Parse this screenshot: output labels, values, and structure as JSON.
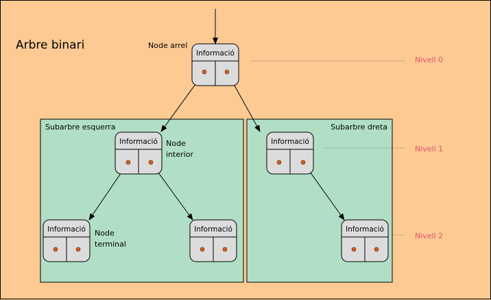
{
  "title": "Arbre binari",
  "subtrees": {
    "left": "Subarbre esquerra",
    "right": "Subarbre dreta"
  },
  "labels": {
    "root": "Node arrel",
    "interior_1": "Node",
    "interior_2": "interior",
    "terminal_1": "Node",
    "terminal_2": "terminal"
  },
  "levels": [
    "Nivell 0",
    "Nivell 1",
    "Nivell 2"
  ],
  "node_text": "Informació",
  "colors": {
    "background": "#fdca94",
    "subtree": "#b0dfc6",
    "node": "#dcdcdc",
    "pointer": "#d2601c",
    "level_text": "#e0506a"
  },
  "nodes": [
    {
      "id": "root",
      "label": "Informació",
      "level": 0
    },
    {
      "id": "left-child",
      "label": "Informació",
      "level": 1
    },
    {
      "id": "right-child",
      "label": "Informació",
      "level": 1
    },
    {
      "id": "left-left-leaf",
      "label": "Informació",
      "level": 2
    },
    {
      "id": "left-right-leaf",
      "label": "Informació",
      "level": 2
    },
    {
      "id": "right-right-leaf",
      "label": "Informació",
      "level": 2
    }
  ]
}
